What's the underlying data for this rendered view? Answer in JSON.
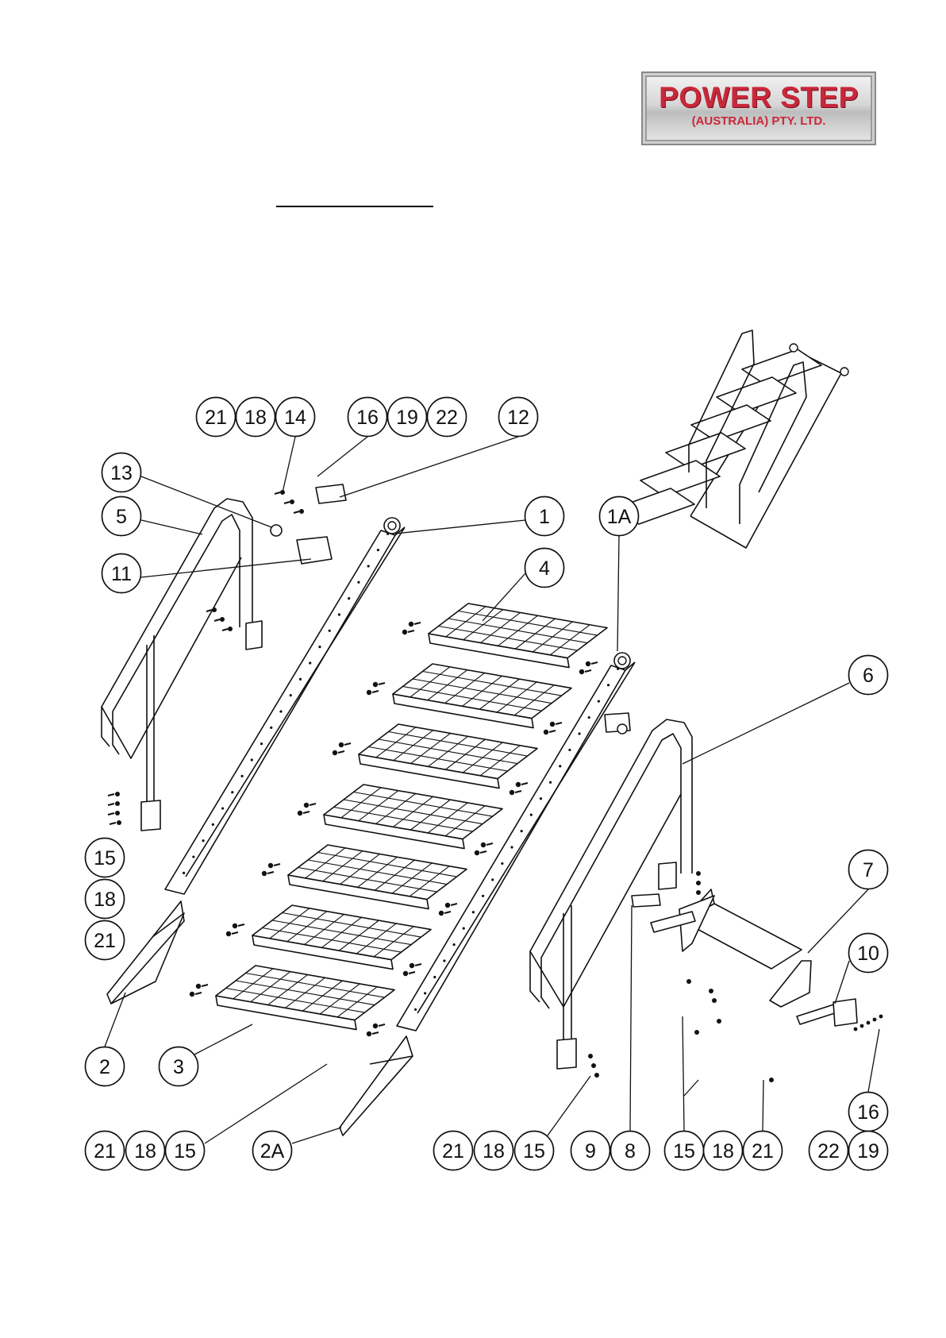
{
  "logo": {
    "main": "POWER STEP",
    "sub": "(AUSTRALIA) PTY. LTD."
  },
  "balloons": [
    {
      "id": "b-21-a",
      "label": "21"
    },
    {
      "id": "b-18-a",
      "label": "18"
    },
    {
      "id": "b-14",
      "label": "14"
    },
    {
      "id": "b-16-a",
      "label": "16"
    },
    {
      "id": "b-19-a",
      "label": "19"
    },
    {
      "id": "b-22-a",
      "label": "22"
    },
    {
      "id": "b-12",
      "label": "12"
    },
    {
      "id": "b-13",
      "label": "13"
    },
    {
      "id": "b-5",
      "label": "5"
    },
    {
      "id": "b-11",
      "label": "11"
    },
    {
      "id": "b-1",
      "label": "1"
    },
    {
      "id": "b-1a",
      "label": "1A"
    },
    {
      "id": "b-4",
      "label": "4"
    },
    {
      "id": "b-6",
      "label": "6"
    },
    {
      "id": "b-7",
      "label": "7"
    },
    {
      "id": "b-10",
      "label": "10"
    },
    {
      "id": "b-15-a",
      "label": "15"
    },
    {
      "id": "b-18-b",
      "label": "18"
    },
    {
      "id": "b-21-b",
      "label": "21"
    },
    {
      "id": "b-2",
      "label": "2"
    },
    {
      "id": "b-3",
      "label": "3"
    },
    {
      "id": "b-16-b",
      "label": "16"
    },
    {
      "id": "b-21-c",
      "label": "21"
    },
    {
      "id": "b-18-c",
      "label": "18"
    },
    {
      "id": "b-15-b",
      "label": "15"
    },
    {
      "id": "b-2a",
      "label": "2A"
    },
    {
      "id": "b-21-d",
      "label": "21"
    },
    {
      "id": "b-18-d",
      "label": "18"
    },
    {
      "id": "b-15-c",
      "label": "15"
    },
    {
      "id": "b-9",
      "label": "9"
    },
    {
      "id": "b-8",
      "label": "8"
    },
    {
      "id": "b-15-d",
      "label": "15"
    },
    {
      "id": "b-18-e",
      "label": "18"
    },
    {
      "id": "b-21-e",
      "label": "21"
    },
    {
      "id": "b-22-b",
      "label": "22"
    },
    {
      "id": "b-19-b",
      "label": "19"
    }
  ]
}
